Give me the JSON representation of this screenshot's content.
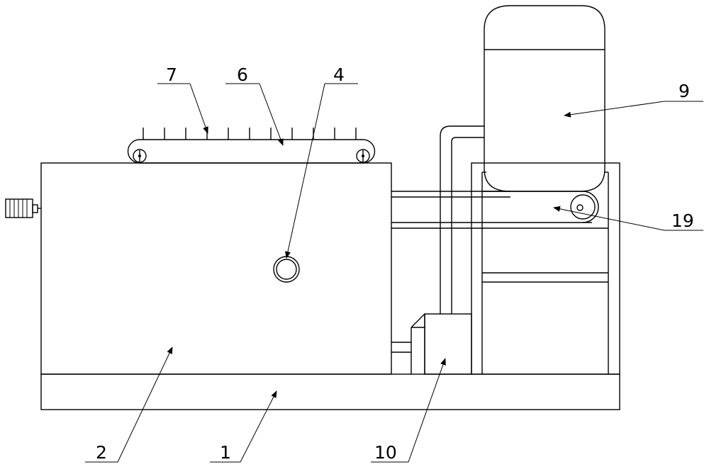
{
  "labels": {
    "base": "1",
    "tank": "2",
    "window": "4",
    "belt": "6",
    "spikes": "7",
    "vessel": "9",
    "hopper": "10",
    "pulley": "19"
  }
}
